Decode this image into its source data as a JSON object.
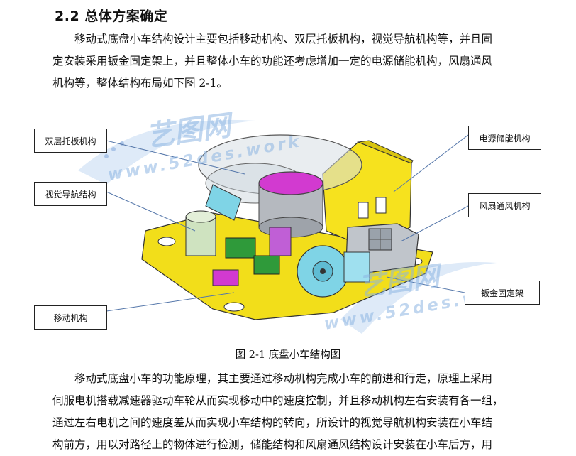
{
  "section": {
    "heading": "2.2 总体方案确定"
  },
  "paragraph1": {
    "lines": [
      "移动式底盘小车结构设计主要包括移动机构、双层托板机构，视觉导航机构等，并且固",
      "定安装采用钣金固定架上，并且整体小车的功能还考虑增加一定的电源储能机构，风扇通风",
      "机构等，整体结构布局如下图 2-1。"
    ]
  },
  "figure": {
    "labels": {
      "double_tray": "双层托板机构",
      "vision_nav": "视觉导航结构",
      "moving": "移动机构",
      "power_storage": "电源储能机构",
      "fan_ventilation": "风扇通风机构",
      "sheet_metal_frame": "钣金固定架"
    },
    "caption": "图 2-1  底盘小车结构图",
    "watermark": {
      "brand": "艺图网",
      "url": "www.52des.work"
    }
  },
  "paragraph2": {
    "lines": [
      "移动式底盘小车的功能原理，其主要通过移动机构完成小车的前进和行走，原理上采用",
      "伺服电机搭载减速器驱动车轮从而实现移动中的速度控制，并且移动机构左右安装有各一组，",
      "通过左右电机之间的速度差从而实现小车结构的转向，所设计的视觉导航机构安装在小车结",
      "构前方，用以对路径上的物体进行检测，储能结构和风扇通风结构设计安装在小车后方，用"
    ]
  },
  "colors": {
    "yellow": "#f2de1a",
    "magenta": "#d23ad0",
    "cyan": "#7fd4e6",
    "green": "#2f9a3a",
    "gray": "#b9bec4",
    "watermark": "#8cb4e1"
  }
}
